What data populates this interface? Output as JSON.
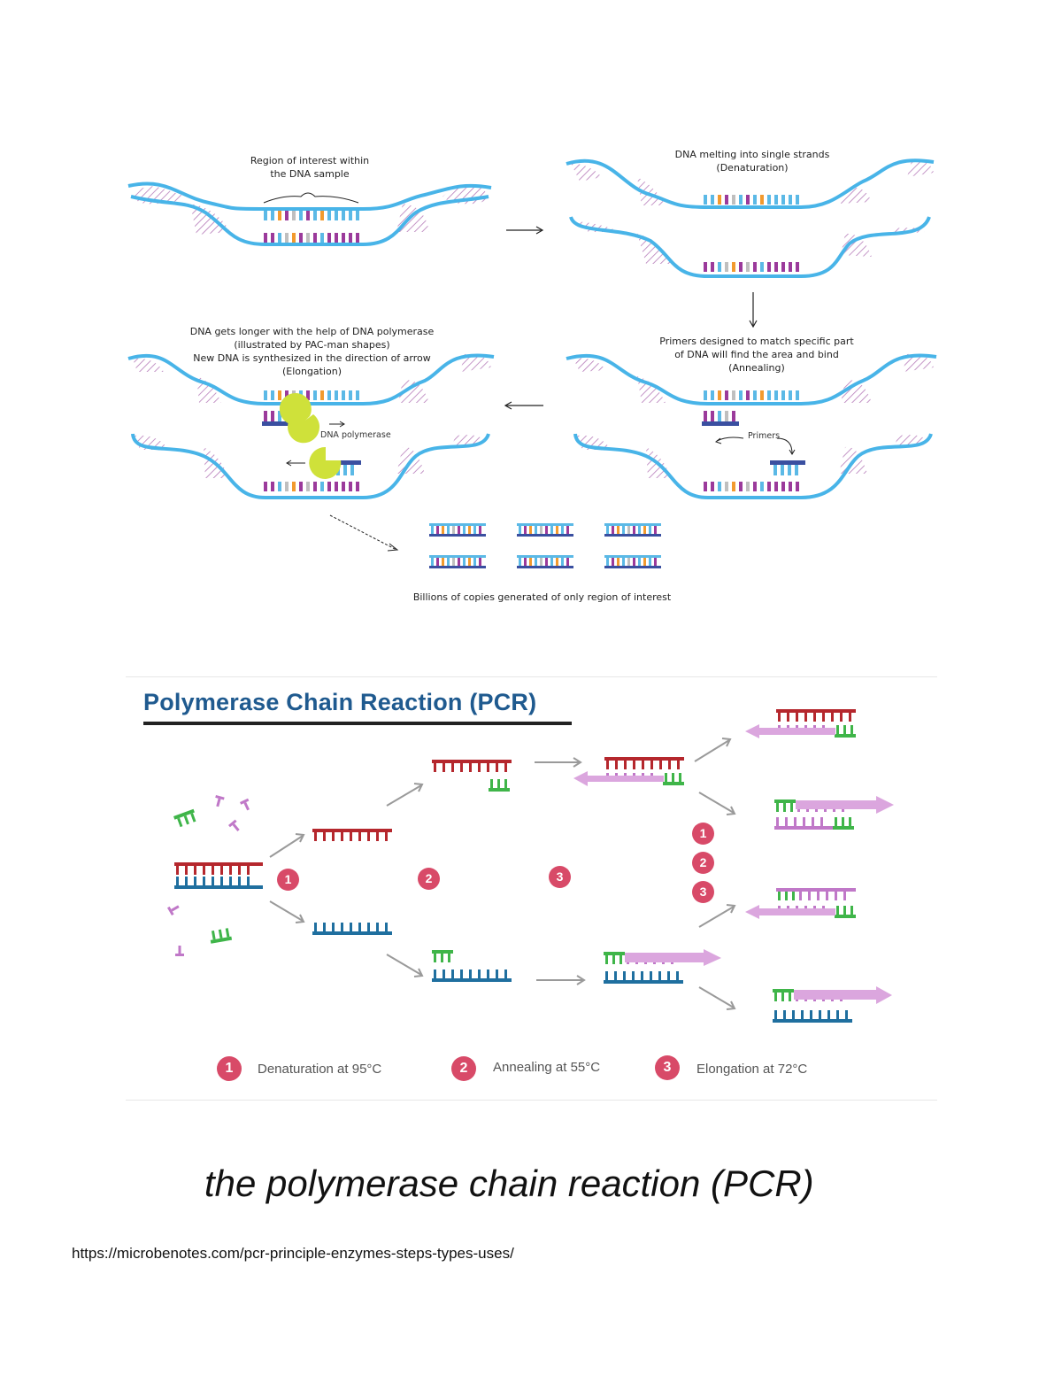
{
  "top_diagram": {
    "panel_denature_label_line1": "Region of interest within",
    "panel_denature_label_line2": "the DNA sample",
    "panel_melting_line1": "DNA melting into single strands",
    "panel_melting_line2": "(Denaturation)",
    "panel_elongation_line1": "DNA gets longer with the help of DNA polymerase",
    "panel_elongation_line2": "(illustrated by PAC-man shapes)",
    "panel_elongation_line3": "New DNA is synthesized in the direction of arrow",
    "panel_elongation_line4": "(Elongation)",
    "panel_annealing_line1": "Primers designed to match specific part",
    "panel_annealing_line2": "of DNA will find the area and bind",
    "panel_annealing_line3": "(Annealing)",
    "polymerase_label": "DNA polymerase",
    "primers_label": "Primers",
    "copies_label": "Billions of copies generated of only region of interest"
  },
  "pcr_diagram": {
    "title": "Polymerase Chain Reaction (PCR)",
    "step_markers": [
      "1",
      "2",
      "3"
    ],
    "legend": [
      {
        "num": "1",
        "text": "Denaturation at 95°C"
      },
      {
        "num": "2",
        "text": "Annealing at 55°C"
      },
      {
        "num": "3",
        "text": "Elongation at 72°C"
      }
    ],
    "colors": {
      "template_red": "#b5272d",
      "template_blue": "#1f6f9f",
      "primer_green": "#3fb549",
      "new_strand_purple": "#c078c8",
      "step_badge": "#d84a68",
      "title_blue": "#1f5a8f"
    }
  },
  "caption": "the polymerase chain reaction (PCR)",
  "source_url": "https://microbenotes.com/pcr-principle-enzymes-steps-types-uses/"
}
